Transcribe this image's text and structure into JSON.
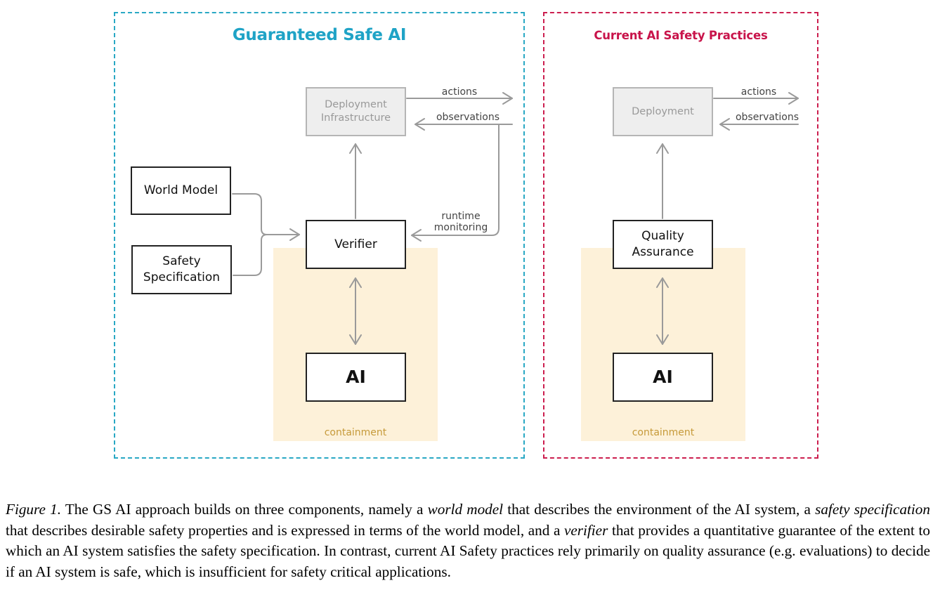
{
  "gs": {
    "title": "Guaranteed Safe AI",
    "deployment": [
      "Deployment",
      "Infrastructure"
    ],
    "world_model": "World Model",
    "safety_spec": [
      "Safety",
      "Specification"
    ],
    "verifier": "Verifier",
    "ai": "AI",
    "containment": "containment",
    "actions": "actions",
    "observations": "observations",
    "runtime_monitoring": [
      "runtime",
      "monitoring"
    ]
  },
  "current": {
    "title": "Current AI Safety Practices",
    "deployment": "Deployment",
    "qa": [
      "Quality",
      "Assurance"
    ],
    "ai": "AI",
    "containment": "containment",
    "actions": "actions",
    "observations": "observations"
  },
  "caption": {
    "figure_label": "Figure 1.",
    "t1": " The GS AI approach builds on three components, namely a ",
    "e1": "world model",
    "t2": " that describes the environment of the AI system, a ",
    "e2": "safety specification",
    "t3": " that describes desirable safety properties and is expressed in terms of the world model, and a ",
    "e3": "verifier",
    "t4": " that provides a quantitative guarantee of the extent to which an AI system satisfies the safety specification. In contrast, current AI Safety practices rely primarily on quality assurance (e.g. evaluations) to decide if an AI system is safe, which is insufficient for safety critical applications."
  },
  "colors": {
    "gs_accent": "#1fa3c6",
    "current_accent": "#c8134a",
    "containment_fill": "#fdf1d9",
    "containment_text": "#c69a3a",
    "arrow": "#9a9a9a"
  }
}
